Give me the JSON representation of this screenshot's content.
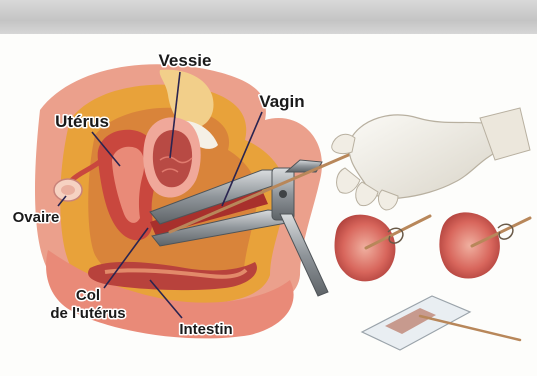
{
  "diagram": {
    "labels": {
      "bladder": "Vessie",
      "vagina": "Vagin",
      "uterus": "Utérus",
      "ovary": "Ovaire",
      "cervix_line1": "Col",
      "cervix_line2": "de l'utérus",
      "intestine": "Intestin"
    },
    "colors": {
      "tissue_orange": "#e8a23a",
      "flesh_pink": "#e98a78",
      "uterus_red": "#c9473e",
      "deep_red": "#a8302c",
      "bladder_fill": "#b84a44",
      "speculum_metal": "#8c9296",
      "glove": "#f4f1ea",
      "label_line": "#2a2450"
    }
  }
}
